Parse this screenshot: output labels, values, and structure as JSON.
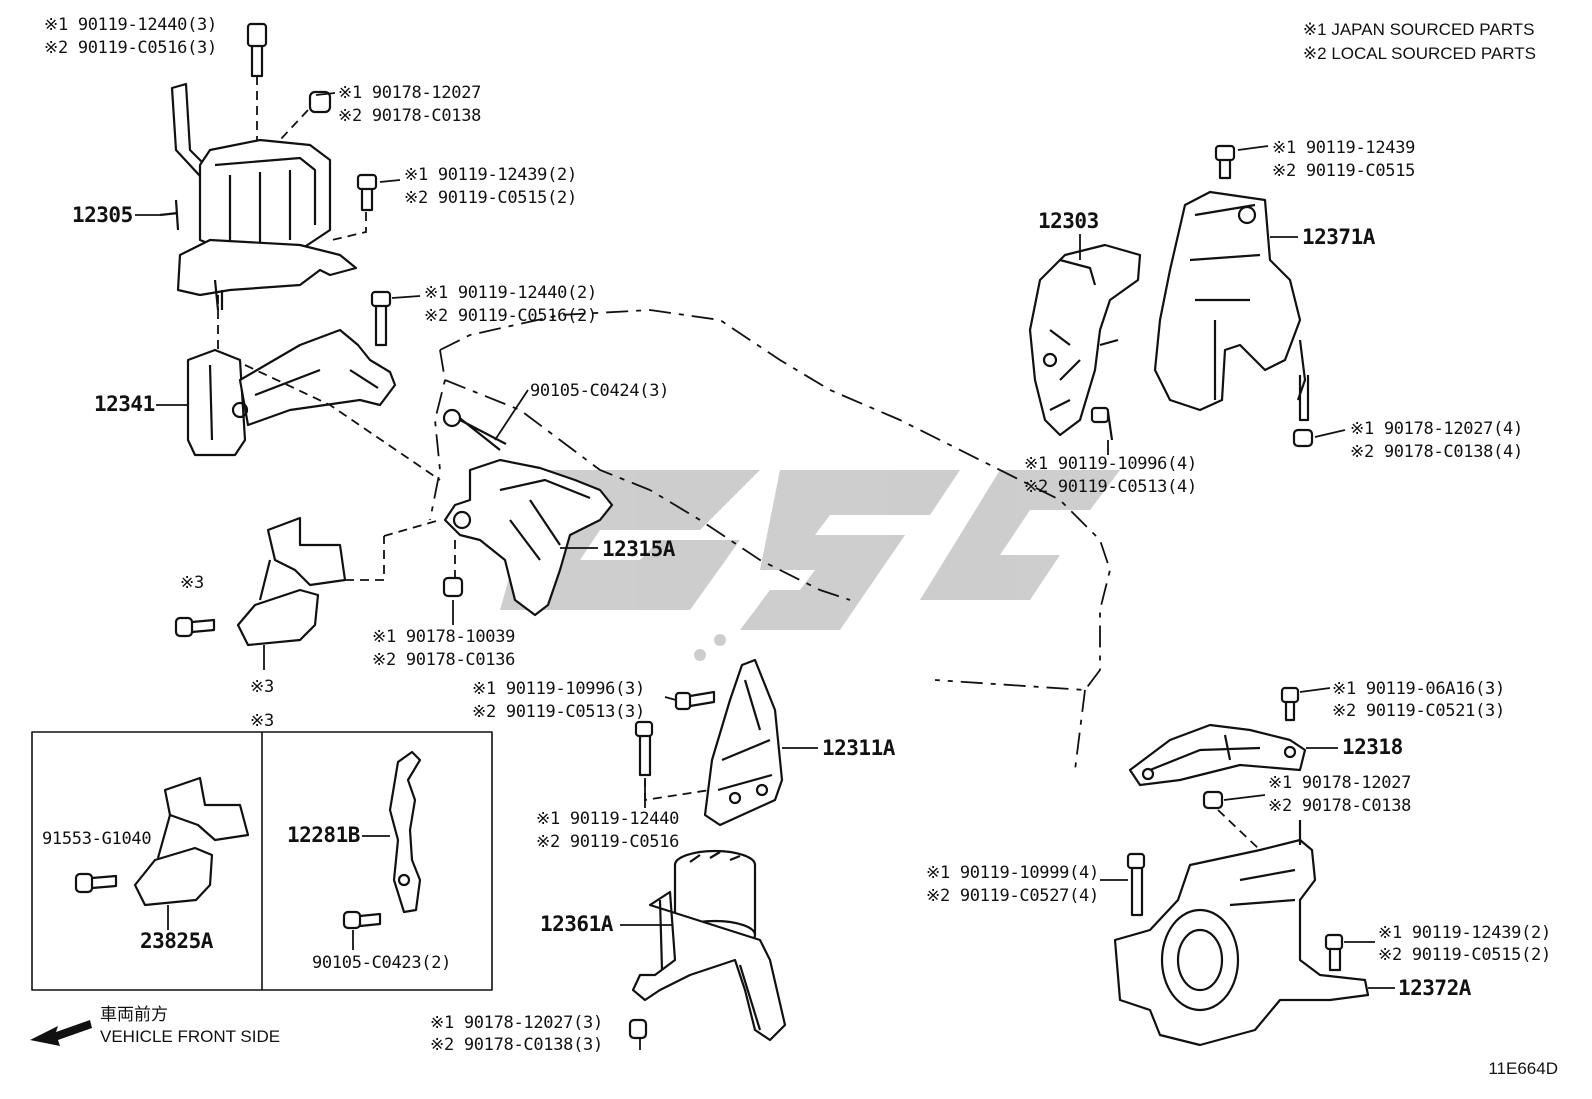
{
  "notes": {
    "line1": "※1 JAPAN SOURCED PARTS",
    "line2": "※2 LOCAL SOURCED PARTS"
  },
  "diagram_code": "11E664D",
  "front": {
    "jp": "車両前方",
    "en": "VEHICLE FRONT SIDE"
  },
  "watermark": "GSG",
  "parts": {
    "p12305": "12305",
    "p12341": "12341",
    "p12315A": "12315A",
    "p12303": "12303",
    "p12371A": "12371A",
    "p12311A": "12311A",
    "p12361A": "12361A",
    "p12318": "12318",
    "p12372A": "12372A",
    "p12281B": "12281B",
    "p23825A": "23825A"
  },
  "callouts": {
    "c1a": "※1 90119-12440(3)",
    "c1b": "※2 90119-C0516(3)",
    "c2a": "※1 90178-12027",
    "c2b": "※2 90178-C0138",
    "c3a": "※1 90119-12439(2)",
    "c3b": "※2 90119-C0515(2)",
    "c4a": "※1 90119-12440(2)",
    "c4b": "※2 90119-C0516(2)",
    "c5": "90105-C0424(3)",
    "c6a": "※1 90178-10039",
    "c6b": "※2 90178-C0136",
    "c7a": "※1 90119-12439",
    "c7b": "※2 90119-C0515",
    "c8a": "※1 90119-10996(4)",
    "c8b": "※2 90119-C0513(4)",
    "c9a": "※1 90178-12027(4)",
    "c9b": "※2 90178-C0138(4)",
    "c10a": "※1 90119-10996(3)",
    "c10b": "※2 90119-C0513(3)",
    "c11a": "※1 90119-12440",
    "c11b": "※2 90119-C0516",
    "c12a": "※1 90178-12027(3)",
    "c12b": "※2 90178-C0138(3)",
    "c13a": "※1 90119-06A16(3)",
    "c13b": "※2 90119-C0521(3)",
    "c14a": "※1 90178-12027",
    "c14b": "※2 90178-C0138",
    "c15a": "※1 90119-10999(4)",
    "c15b": "※2 90119-C0527(4)",
    "c16a": "※1 90119-12439(2)",
    "c16b": "※2 90119-C0515(2)",
    "c17": "91553-G1040",
    "c18": "90105-C0423(2)",
    "m3a": "※3",
    "m3b": "※3",
    "m3c": "※3"
  }
}
